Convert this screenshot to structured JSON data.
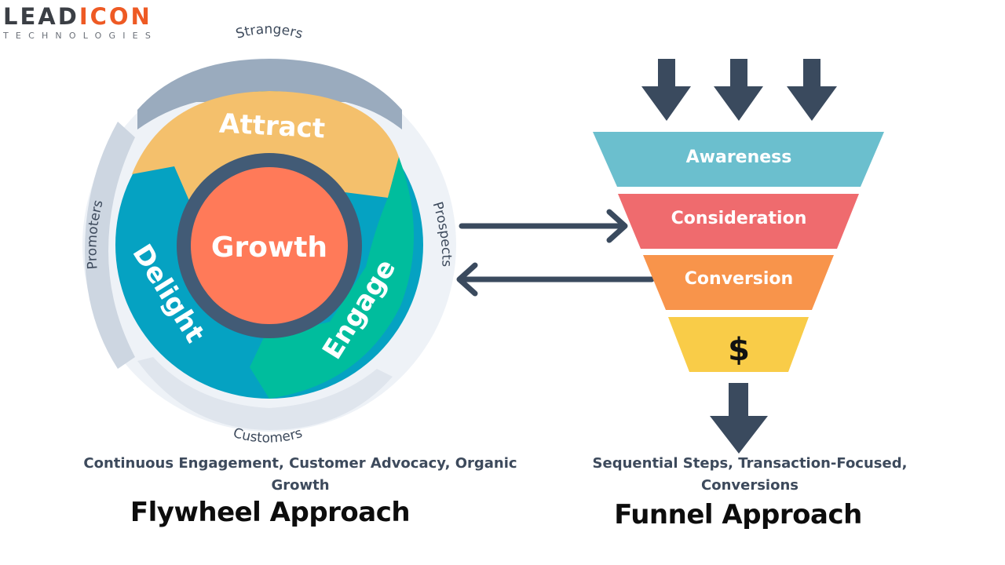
{
  "logo": {
    "part1": "LEAD",
    "part2": "ICON",
    "tagline": "TECHNOLOGIES"
  },
  "flywheel": {
    "center": "Growth",
    "segments": [
      "Attract",
      "Engage",
      "Delight"
    ],
    "outer_labels": [
      "Strangers",
      "Prospects",
      "Customers",
      "Promoters"
    ],
    "description": "Continuous Engagement, Customer Advocacy, Organic Growth",
    "title": "Flywheel Approach"
  },
  "funnel": {
    "stages": [
      "Awareness",
      "Consideration",
      "Conversion",
      "$"
    ],
    "description": "Sequential Steps, Transaction-Focused, Conversions",
    "title": "Funnel Approach"
  },
  "colors": {
    "attract": "#f4c06c",
    "engage": "#00bd9d",
    "delight": "#05a2c2",
    "growth": "#ff7a59",
    "hub_ring": "#425b76",
    "outer_dark": "#9aabbe",
    "outer_light": "#eef2f7",
    "awareness": "#6bbfce",
    "consideration": "#ef6b6e",
    "conversion": "#f8944b",
    "dollar": "#f9cc48",
    "arrow": "#3a4a5e"
  }
}
